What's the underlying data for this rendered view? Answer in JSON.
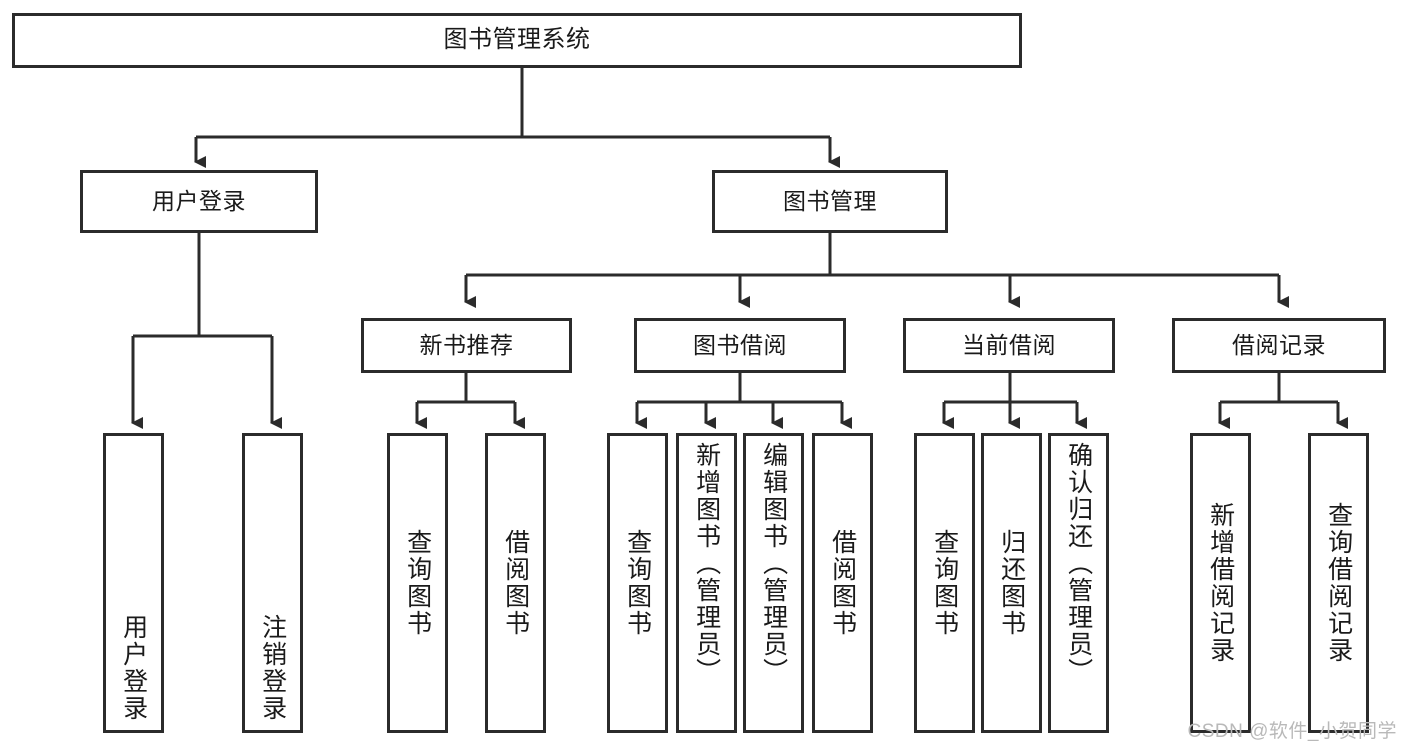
{
  "diagram": {
    "type": "tree-hierarchy-flowchart",
    "title": "图书管理系统",
    "orientation": "top-down",
    "colors": {
      "node_border": "#2b2b2b",
      "node_fill": "#ffffff",
      "edge": "#2b2b2b",
      "text": "#1a1a1a",
      "watermark": "#b9b9b9",
      "background": "#ffffff"
    },
    "nodes": {
      "root": {
        "label": "图书管理系统",
        "level": 1
      },
      "level2": [
        {
          "id": "user-login",
          "label": "用户登录"
        },
        {
          "id": "book-manage",
          "label": "图书管理"
        }
      ],
      "level3": [
        {
          "id": "new-book-rec",
          "label": "新书推荐",
          "parent": "book-manage"
        },
        {
          "id": "book-borrow",
          "label": "图书借阅",
          "parent": "book-manage"
        },
        {
          "id": "current-borrow",
          "label": "当前借阅",
          "parent": "book-manage"
        },
        {
          "id": "borrow-record",
          "label": "借阅记录",
          "parent": "book-manage"
        }
      ],
      "leaves": {
        "user-login": [
          {
            "id": "leaf-user-login",
            "label": "用户登录"
          },
          {
            "id": "leaf-logout",
            "label": "注销登录"
          }
        ],
        "new-book-rec": [
          {
            "id": "leaf-query-book-1",
            "label": "查询图书"
          },
          {
            "id": "leaf-borrow-book-1",
            "label": "借阅图书"
          }
        ],
        "book-borrow": [
          {
            "id": "leaf-query-book-2",
            "label": "查询图书"
          },
          {
            "id": "leaf-add-book",
            "label": "新增图书（管理员）"
          },
          {
            "id": "leaf-edit-book",
            "label": "编辑图书（管理员）"
          },
          {
            "id": "leaf-borrow-book-2",
            "label": "借阅图书"
          }
        ],
        "current-borrow": [
          {
            "id": "leaf-query-book-3",
            "label": "查询图书"
          },
          {
            "id": "leaf-return-book",
            "label": "归还图书"
          },
          {
            "id": "leaf-confirm-return",
            "label": "确认归还（管理员）"
          }
        ],
        "borrow-record": [
          {
            "id": "leaf-add-record",
            "label": "新增借阅记录"
          },
          {
            "id": "leaf-query-record",
            "label": "查询借阅记录"
          }
        ]
      }
    },
    "watermark": "CSDN @软件_小贺同学"
  }
}
